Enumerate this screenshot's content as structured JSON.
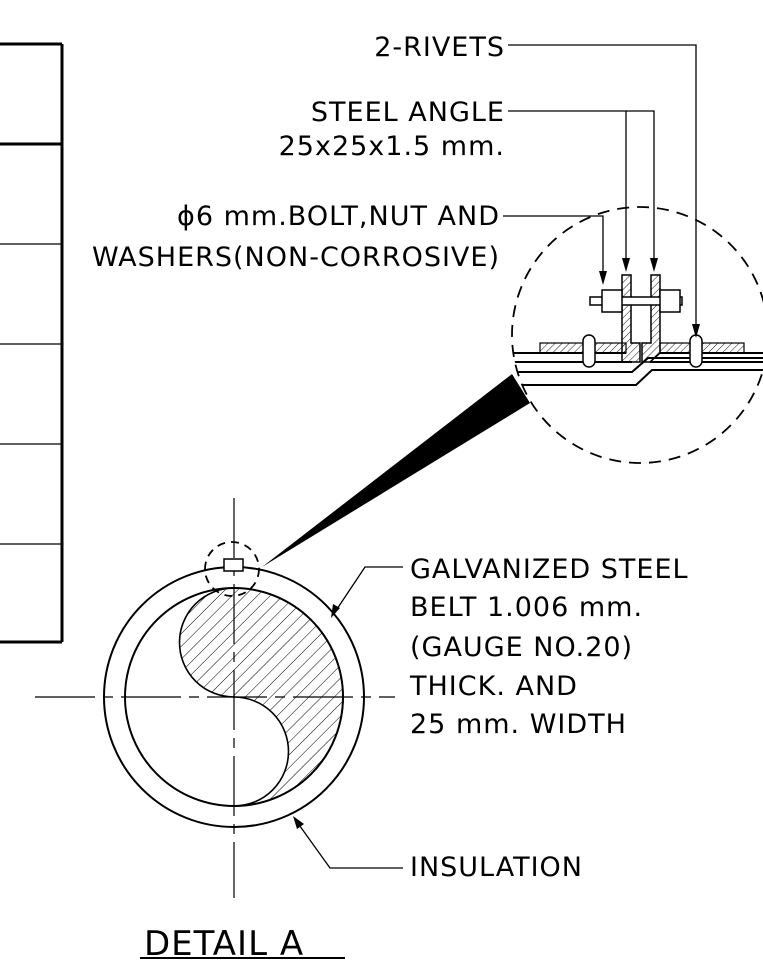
{
  "labels": {
    "rivets": "2-RIVETS",
    "steel_angle": "STEEL ANGLE",
    "steel_angle_size": "25x25x1.5  mm.",
    "bolt_line1": "ϕ6  mm.BOLT,NUT AND",
    "bolt_line2": "WASHERS(NON-CORROSIVE)",
    "belt_line1": "GALVANIZED STEEL",
    "belt_line2": "BELT 1.006 mm.",
    "belt_line3": "(GAUGE NO.20)",
    "belt_line4": "THICK. AND",
    "belt_line5": "25 mm. WIDTH",
    "insulation": "INSULATION",
    "detail_title": "DETAIL  A"
  }
}
